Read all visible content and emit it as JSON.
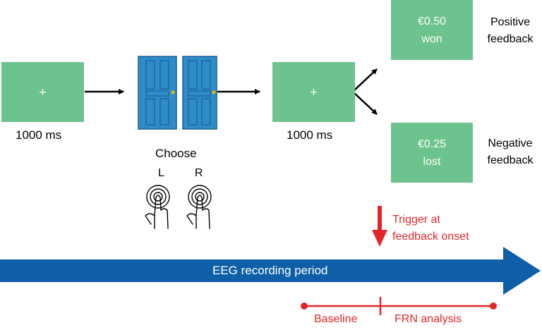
{
  "fixation": {
    "symbol": "+"
  },
  "durations": {
    "first": "1000 ms",
    "second": "1000 ms"
  },
  "choice": {
    "label": "Choose",
    "left_key": "L",
    "right_key": "R"
  },
  "feedback": {
    "positive": {
      "box": "€0.50\nwon",
      "label": "Positive\nfeedback"
    },
    "negative": {
      "box": "€0.25\nlost",
      "label": "Negative\nfeedback"
    }
  },
  "trigger": {
    "label": "Trigger at\nfeedback onset"
  },
  "recording": {
    "label": "EEG recording period"
  },
  "analysis": {
    "baseline": "Baseline",
    "frn": "FRN analysis"
  },
  "colors": {
    "box_green": "#6dc38e",
    "door_blue": "#2e8ccb",
    "arrow_blue": "#0e5fa8",
    "red": "#e32528"
  }
}
